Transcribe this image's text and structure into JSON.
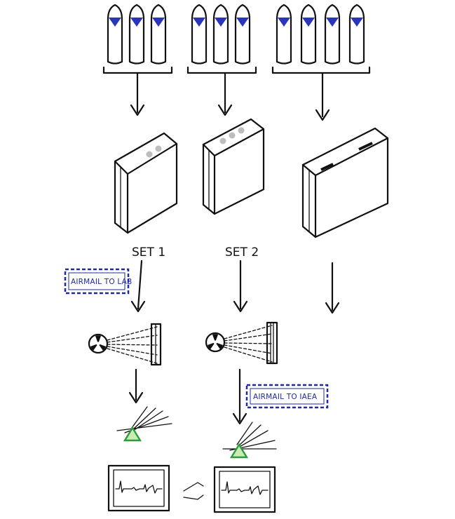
{
  "labels": {
    "set1": "SET 1",
    "set2": "SET 2",
    "airmail_lab": "AIRMAIL TO LAB",
    "airmail_iaea": "AIRMAIL TO IAEA"
  },
  "groups": [
    {
      "id": "group-1",
      "tubes": 3
    },
    {
      "id": "group-2",
      "tubes": 3
    },
    {
      "id": "group-3",
      "tubes": 4
    }
  ],
  "colors": {
    "ink": "#111111",
    "liquid": "#2b35b8",
    "label": "#1f2a9e",
    "prism": "#2e9a3a",
    "prism_fill": "#c9ecb4"
  },
  "icons": [
    "radiation-source-icon",
    "prism-icon",
    "spectrum-monitor-icon",
    "exchange-arrows-icon"
  ]
}
